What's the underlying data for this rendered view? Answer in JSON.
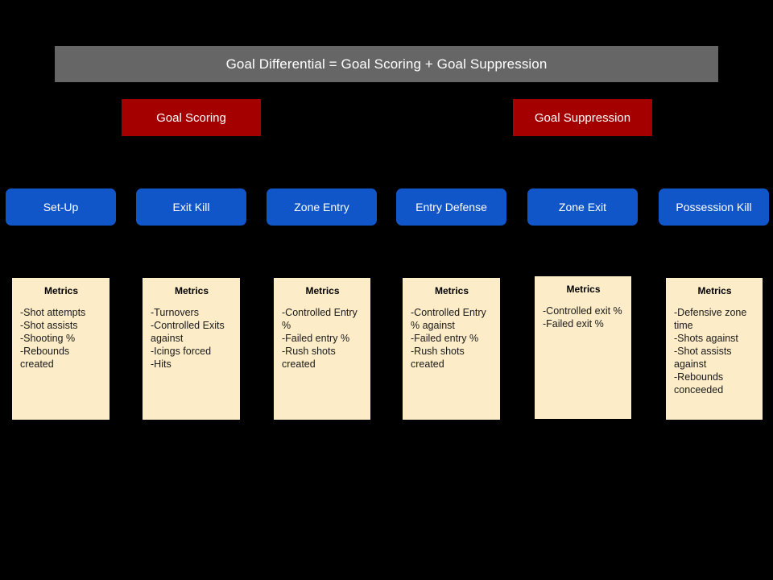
{
  "colors": {
    "background": "#000000",
    "header_gray": "#666666",
    "pillar_red": "#a50000",
    "phase_blue": "#1156c8",
    "card_cream": "#fcecc7",
    "text_light": "#ffffff",
    "text_dark": "#1a1a1a"
  },
  "header": {
    "title": "Goal Differential = Goal Scoring + Goal Suppression"
  },
  "pillars": [
    {
      "label": "Goal Scoring"
    },
    {
      "label": "Goal Suppression"
    }
  ],
  "phases": [
    {
      "label": "Set-Up"
    },
    {
      "label": "Exit Kill"
    },
    {
      "label": "Zone Entry"
    },
    {
      "label": "Entry Defense"
    },
    {
      "label": "Zone Exit"
    },
    {
      "label": "Possession Kill"
    }
  ],
  "cards": [
    {
      "heading": "Metrics",
      "items": [
        "-Shot attempts",
        "-Shot assists",
        "-Shooting %",
        "-Rebounds created"
      ]
    },
    {
      "heading": "Metrics",
      "items": [
        "-Turnovers",
        "-Controlled Exits against",
        "-Icings forced",
        "-Hits"
      ]
    },
    {
      "heading": "Metrics",
      "items": [
        "-Controlled Entry %",
        "-Failed entry %",
        "-Rush shots created"
      ]
    },
    {
      "heading": "Metrics",
      "items": [
        "-Controlled Entry % against",
        "-Failed entry %",
        "-Rush shots created"
      ]
    },
    {
      "heading": "Metrics",
      "items": [
        "-Controlled exit %",
        "-Failed exit %"
      ]
    },
    {
      "heading": "Metrics",
      "items": [
        "-Defensive zone time",
        "-Shots against",
        "-Shot assists against",
        "-Rebounds conceeded"
      ]
    }
  ]
}
